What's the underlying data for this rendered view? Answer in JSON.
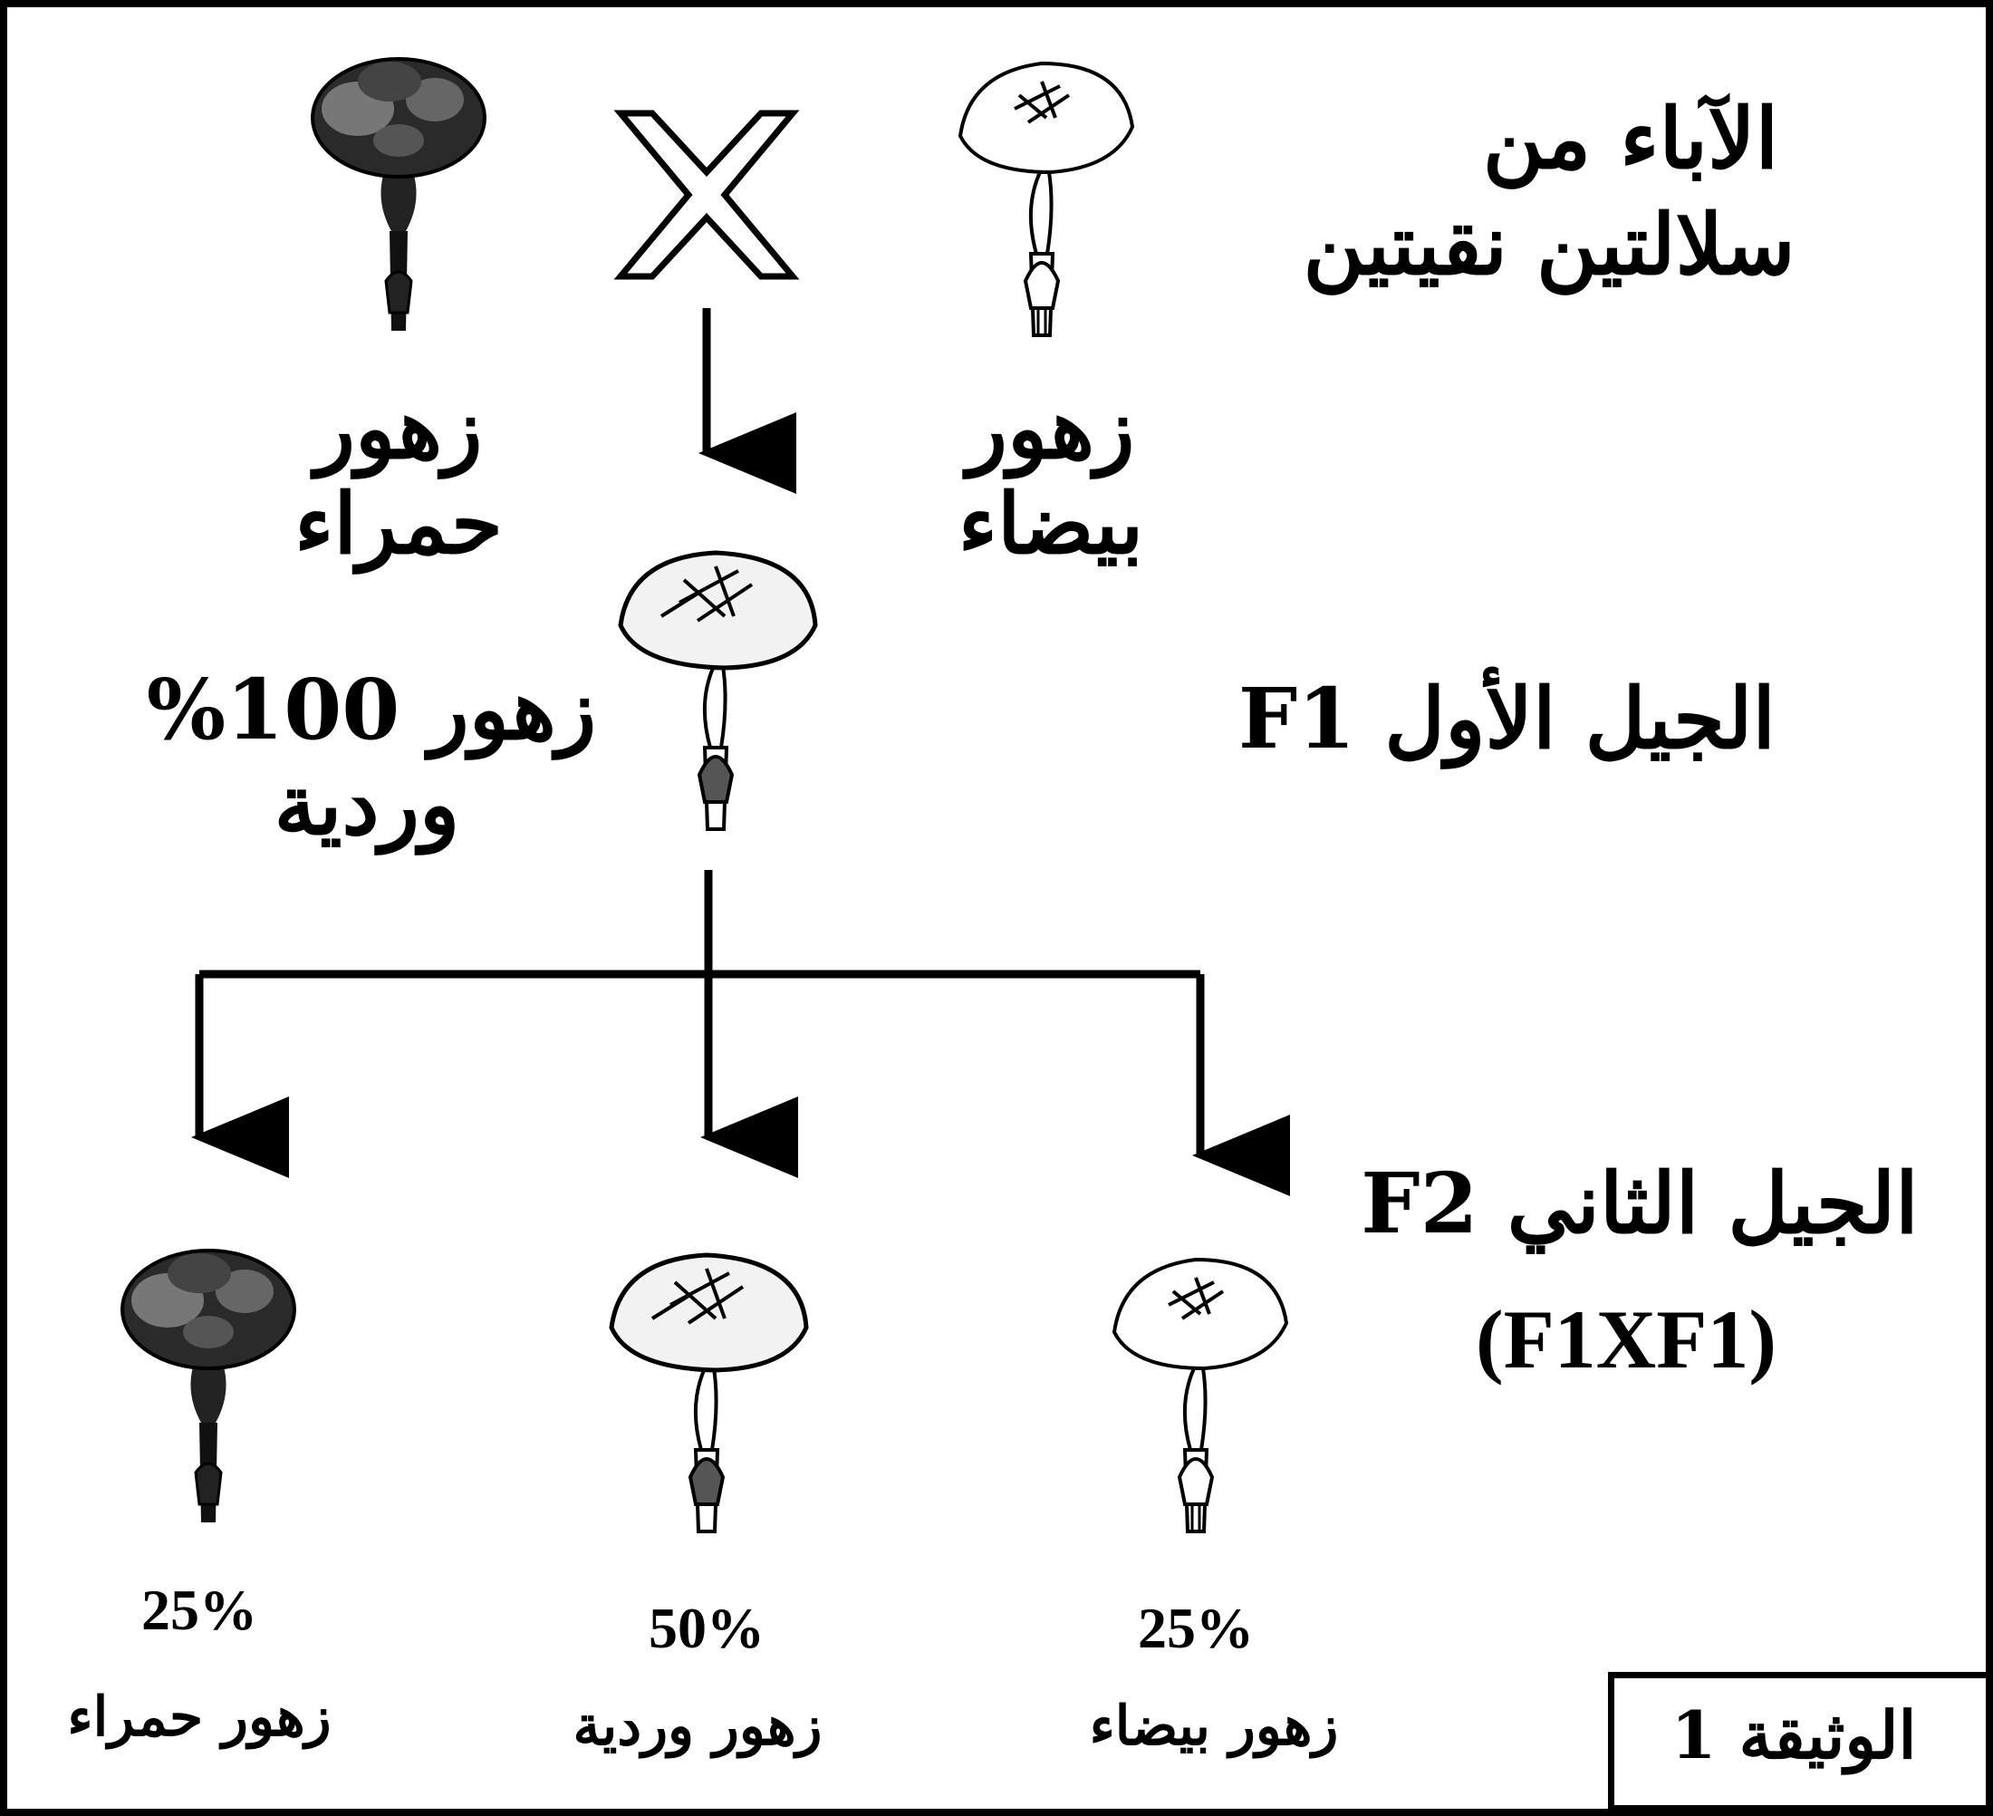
{
  "parents": {
    "label_line1": "الآباء من",
    "label_line2": "سلالتين نقيتين",
    "red_line1": "زهور",
    "red_line2": "حمراء",
    "white_line1": "زهور",
    "white_line2": "بيضاء"
  },
  "f1": {
    "label": "الجيل الأول F1",
    "result_line1": "زهور 100%",
    "result_line2": "وردية"
  },
  "f2": {
    "label": "الجيل الثاني F2",
    "cross": "(F1XF1)",
    "offspring": [
      {
        "percent": "25%",
        "label": "زهور حمراء"
      },
      {
        "percent": "50%",
        "label": "زهور وردية"
      },
      {
        "percent": "25%",
        "label": "زهور بيضاء"
      }
    ]
  },
  "document_label": "الوثيقة 1",
  "colors": {
    "line": "#000000",
    "background": "#ffffff"
  }
}
